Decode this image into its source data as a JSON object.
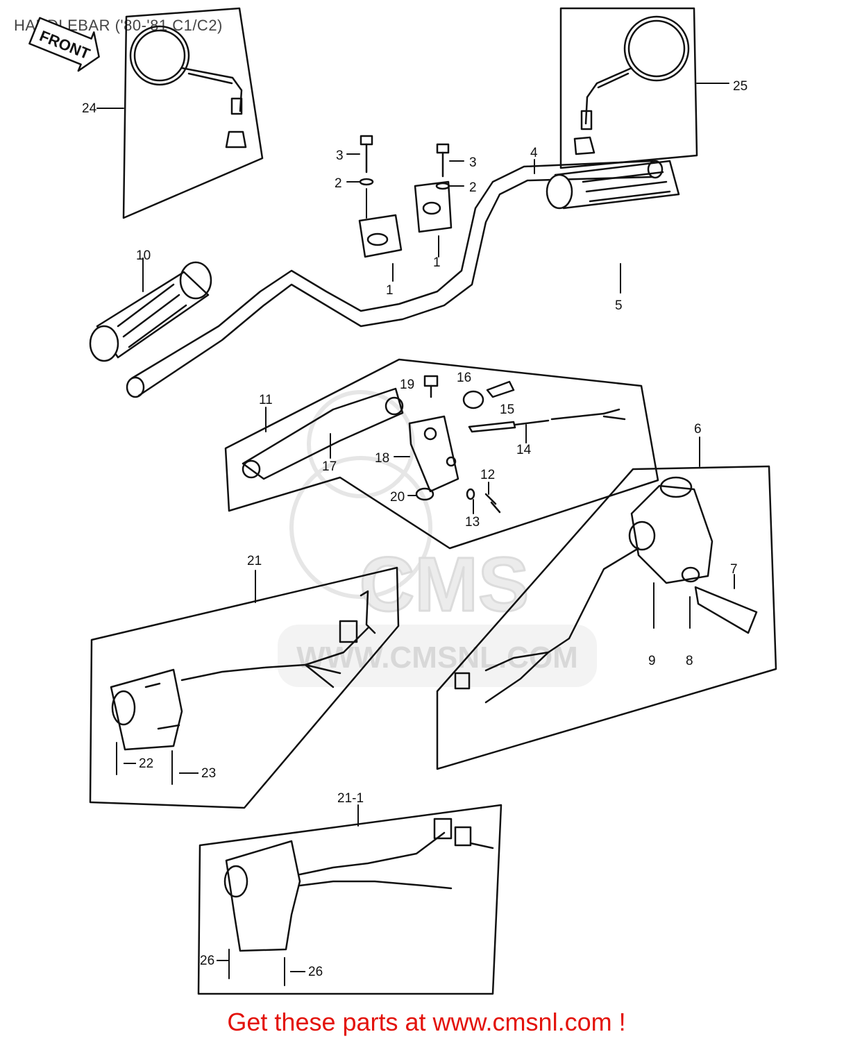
{
  "title": "HANDLEBAR ('80-'81 C1/C2)",
  "front_label": "FRONT",
  "watermark": {
    "logo": "CMS",
    "url": "WWW.CMSNL.COM"
  },
  "footer": "Get these parts at www.cmsnl.com !",
  "callouts": {
    "c1a": "1",
    "c1b": "1",
    "c2a": "2",
    "c2b": "2",
    "c3a": "3",
    "c3b": "3",
    "c4": "4",
    "c5": "5",
    "c6": "6",
    "c7": "7",
    "c8": "8",
    "c9": "9",
    "c10": "10",
    "c11": "11",
    "c12": "12",
    "c13": "13",
    "c14": "14",
    "c15": "15",
    "c16": "16",
    "c17": "17",
    "c18": "18",
    "c19": "19",
    "c20": "20",
    "c21": "21",
    "c21_1": "21-1",
    "c22": "22",
    "c23": "23",
    "c24": "24",
    "c25": "25",
    "c26a": "26",
    "c26b": "26"
  },
  "colors": {
    "ink": "#111111",
    "footer": "#e3120b",
    "watermark": "#e6e6e6"
  }
}
